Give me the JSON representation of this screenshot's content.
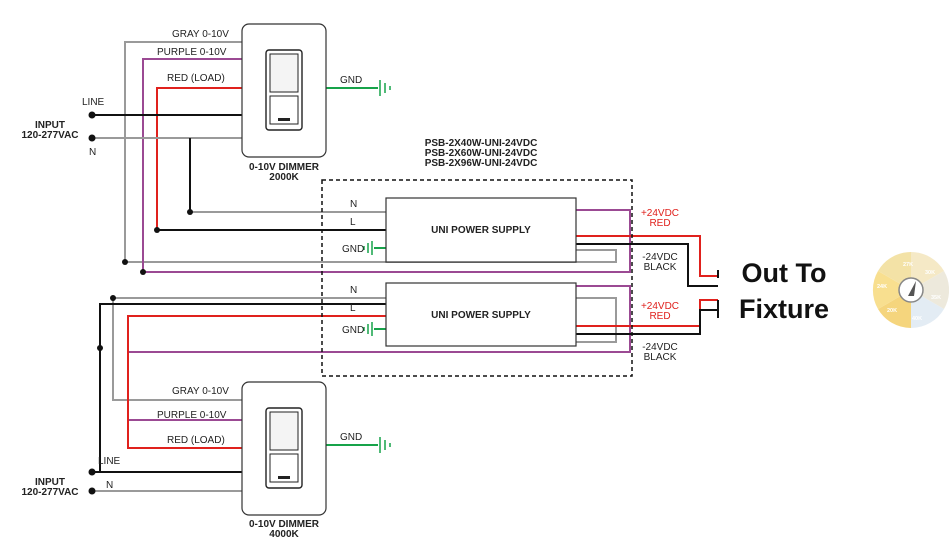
{
  "top": {
    "gray_label": "GRAY 0-10V",
    "purple_label": "PURPLE 0-10V",
    "red_label": "RED (LOAD)",
    "gnd_label": "GND",
    "line_label": "LINE",
    "n_label": "N",
    "input_line1": "INPUT",
    "input_line2": "120-277VAC",
    "dimmer_line1": "0-10V DIMMER",
    "dimmer_line2": "2000K"
  },
  "bottom": {
    "gray_label": "GRAY 0-10V",
    "purple_label": "PURPLE 0-10V",
    "red_label": "RED (LOAD)",
    "gnd_label": "GND",
    "line_label": "LINE",
    "n_label": "N",
    "input_line1": "INPUT",
    "input_line2": "120-277VAC",
    "dimmer_line1": "0-10V DIMMER",
    "dimmer_line2": "4000K"
  },
  "models": [
    "PSB-2X40W-UNI-24VDC",
    "PSB-2X60W-UNI-24VDC",
    "PSB-2X96W-UNI-24VDC"
  ],
  "psu1": {
    "title": "UNI POWER SUPPLY",
    "n": "N",
    "l": "L",
    "gnd": "GND",
    "pos1": "+24VDC",
    "pos2": "RED",
    "neg1": "-24VDC",
    "neg2": "BLACK"
  },
  "psu2": {
    "title": "UNI POWER SUPPLY",
    "n": "N",
    "l": "L",
    "gnd": "GND",
    "pos1": "+24VDC",
    "pos2": "RED",
    "neg1": "-24VDC",
    "neg2": "BLACK"
  },
  "output": {
    "line1": "Out To",
    "line2": "Fixture"
  },
  "dial": {
    "labels": [
      "27K",
      "30K",
      "35K",
      "40K",
      "20K",
      "24K"
    ]
  },
  "colors": {
    "gray": "#9a9a9a",
    "purple": "#9b4a93",
    "red": "#e0211d",
    "black": "#111111",
    "green": "#17a34a"
  }
}
